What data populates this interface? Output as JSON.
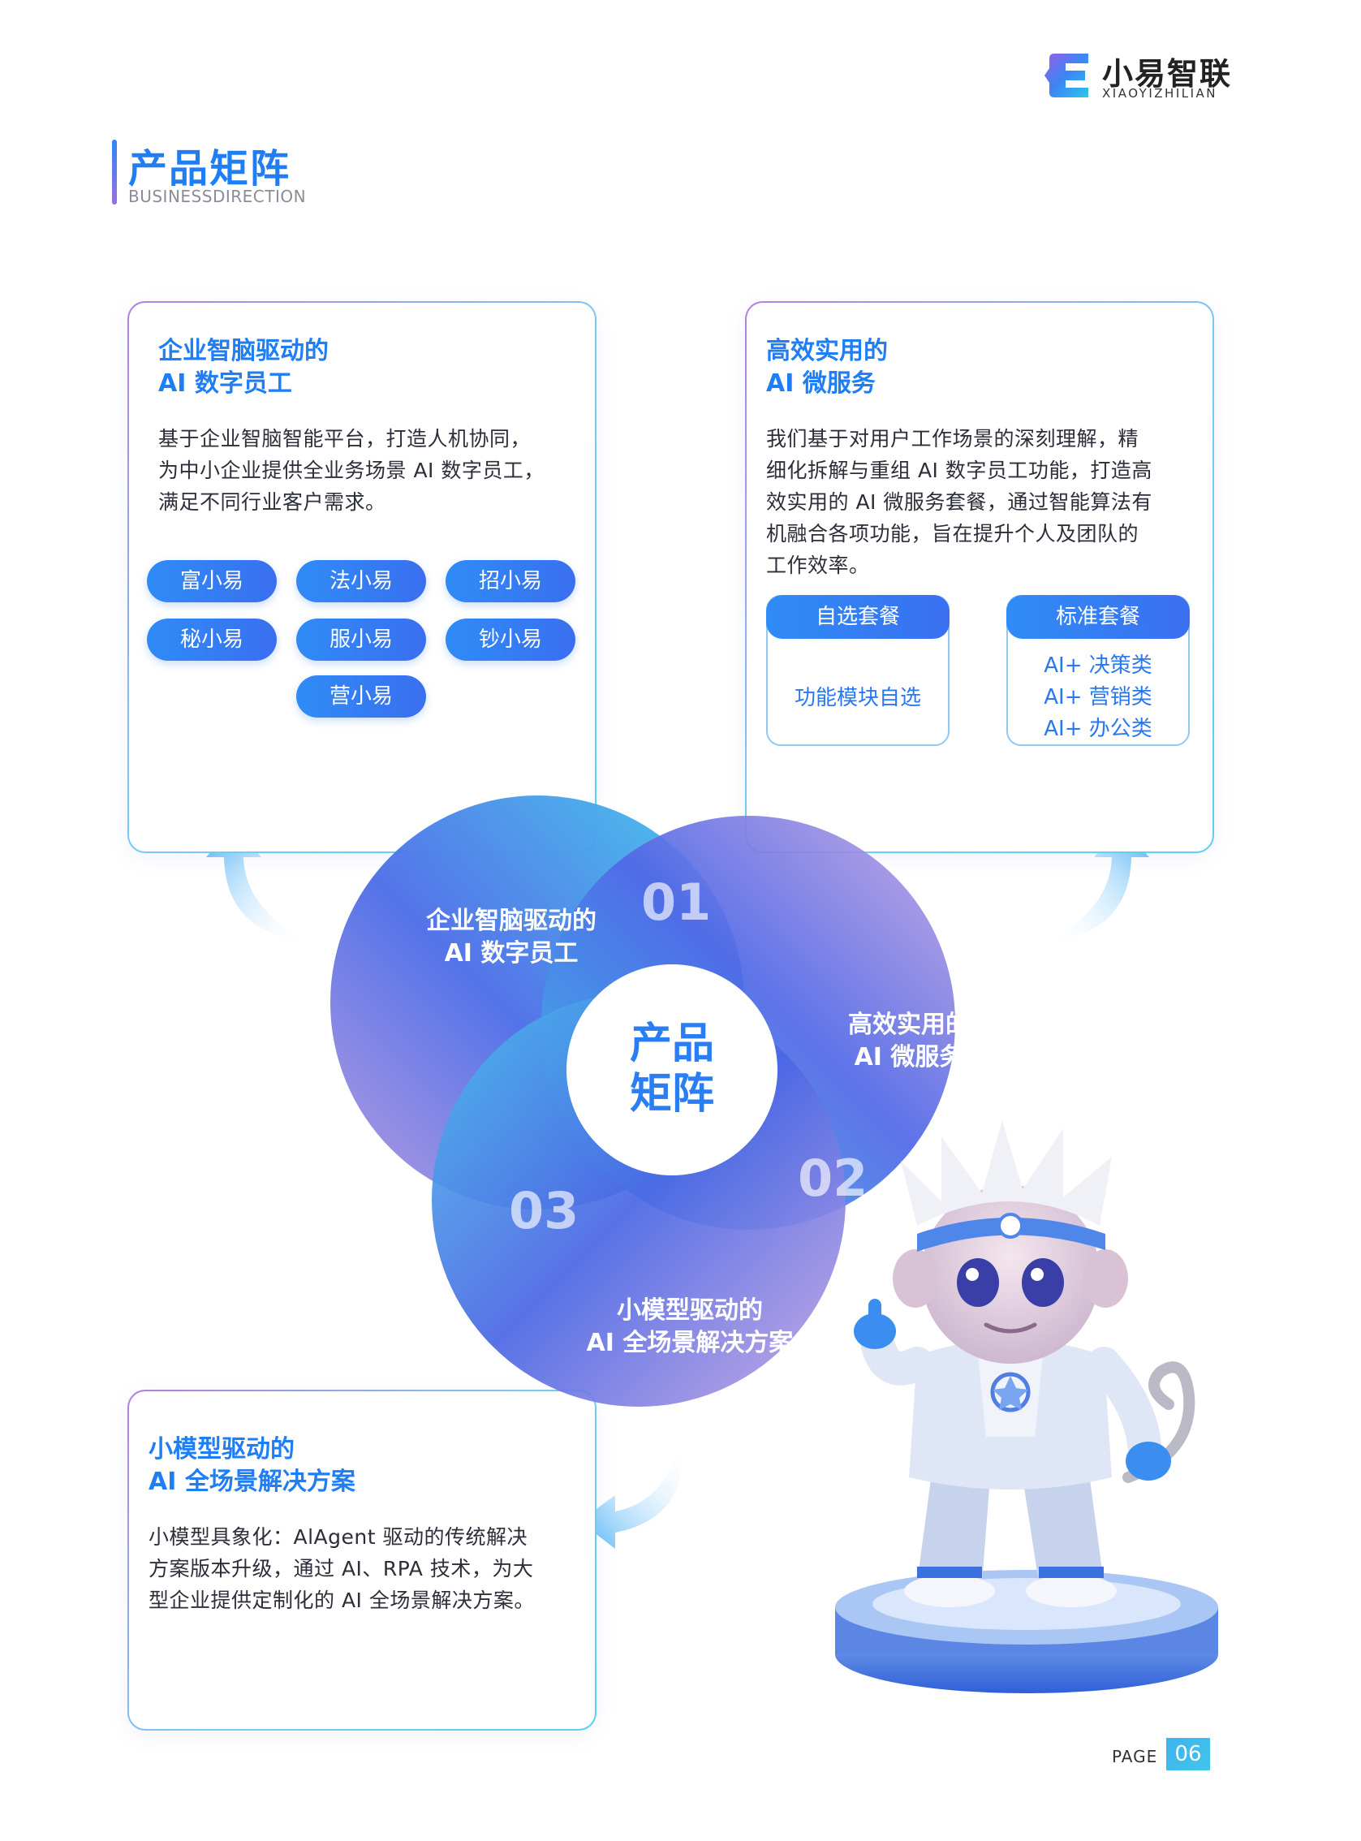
{
  "brand": {
    "name_cn": "小易智联",
    "name_en": "XIAOYIZHILIAN",
    "logo_icon": "e-letter-logo-icon",
    "colors": {
      "primary": "#1f7ef4",
      "accent_purple": "#b47fe0",
      "accent_cyan": "#41c6e8"
    }
  },
  "section": {
    "title": "产品矩阵",
    "subtitle": "BUSINESSDIRECTION"
  },
  "cards": {
    "digital_staff": {
      "title_line1": "企业智脑驱动的",
      "title_line2": "AI 数字员工",
      "desc_lines": [
        "基于企业智脑智能平台，打造人机协同，",
        "为中小企业提供全业务场景 AI 数字员工，",
        "满足不同行业客户需求。"
      ],
      "pills": [
        "富小易",
        "法小易",
        "招小易",
        "秘小易",
        "服小易",
        "钞小易",
        "营小易"
      ]
    },
    "micro_service": {
      "title_line1": "高效实用的",
      "title_line2": "AI 微服务",
      "desc_lines": [
        "我们基于对用户工作场景的深刻理解，精",
        "细化拆解与重组 AI 数字员工功能，打造高",
        "效实用的 AI 微服务套餐，通过智能算法有",
        "机融合各项功能，旨在提升个人及团队的",
        "工作效率。"
      ],
      "packages": [
        {
          "name": "自选套餐",
          "lines": [
            "功能模块自选"
          ]
        },
        {
          "name": "标准套餐",
          "lines": [
            "AI+ 决策类",
            "AI+ 营销类",
            "AI+ 办公类"
          ]
        }
      ]
    },
    "full_scene": {
      "title_line1": "小模型驱动的",
      "title_line2": "AI 全场景解决方案",
      "desc_lines": [
        "小模型具象化：AlAgent 驱动的传统解决",
        "方案版本升级，通过 AI、RPA 技术，为大",
        "型企业提供定制化的 AI 全场景解决方案。"
      ]
    }
  },
  "diagram": {
    "center_line1": "产品",
    "center_line2": "矩阵",
    "items": [
      {
        "num": "01",
        "line1": "企业智脑驱动的",
        "line2": "AI 数字员工"
      },
      {
        "num": "02",
        "line1": "高效实用的",
        "line2": "AI 微服务"
      },
      {
        "num": "03",
        "line1": "小模型驱动的",
        "line2": "AI 全场景解决方案"
      }
    ]
  },
  "mascot": "monkey-mascot-illustration",
  "footer": {
    "page_label": "PAGE",
    "page_number": "06"
  }
}
